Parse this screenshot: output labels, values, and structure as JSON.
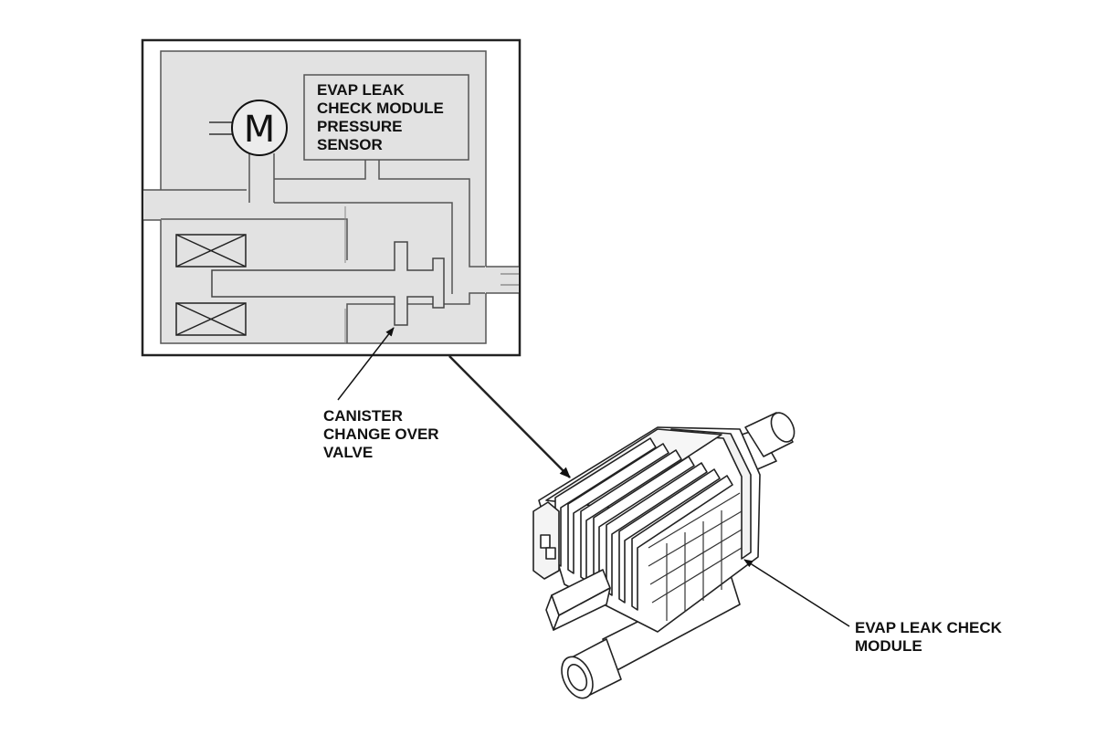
{
  "figure": {
    "sensor_label_lines": [
      "EVAP LEAK",
      "CHECK MODULE",
      "PRESSURE",
      "SENSOR"
    ],
    "motor_symbol": "M",
    "valve_label_lines": [
      "CANISTER",
      "CHANGE OVER",
      "VALVE"
    ],
    "module_label_lines": [
      "EVAP LEAK CHECK",
      "MODULE"
    ]
  },
  "colors": {
    "diagram_fill": "#e2e2e2",
    "line": "#444444",
    "ink": "#111111"
  }
}
